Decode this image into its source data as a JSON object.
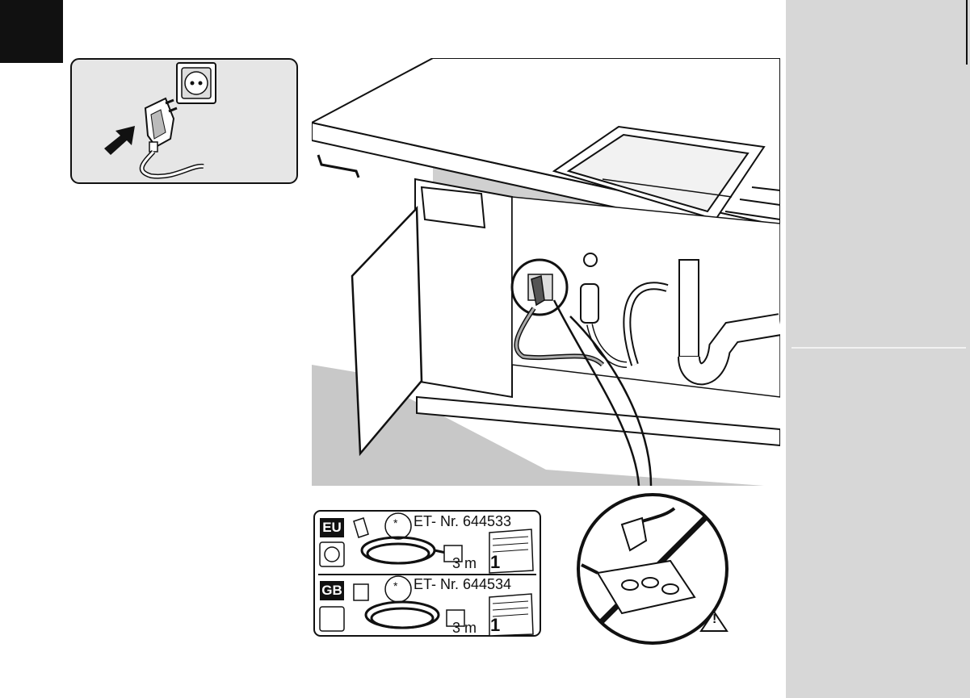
{
  "cable_box": {
    "eu": {
      "region": "EU",
      "part_number": "ET- Nr. 644533",
      "length": "3 m",
      "page_ref": "1"
    },
    "gb": {
      "region": "GB",
      "part_number": "ET- Nr. 644534",
      "length": "3 m",
      "page_ref": "1"
    },
    "asterisk": "*"
  },
  "warning": {
    "symbol": "!"
  },
  "icons": {
    "plug": "plug-icon",
    "socket": "schuko-socket-icon",
    "arrow": "push-arrow-icon",
    "power_strip": "power-strip-icon",
    "prohibited": "prohibited-icon",
    "warning": "warning-triangle-icon",
    "booklet": "manual-booklet-icon"
  },
  "colors": {
    "strip": "#d7d7d7",
    "floor": "#c8c8c8",
    "panel": "#e6e6e6",
    "ink": "#111111"
  }
}
